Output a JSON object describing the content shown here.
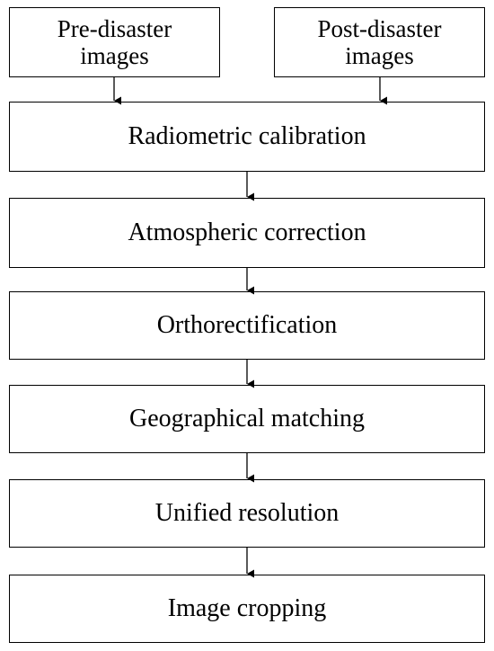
{
  "inputs": [
    {
      "label": "Pre-disaster\nimages"
    },
    {
      "label": "Post-disaster\nimages"
    }
  ],
  "steps": [
    {
      "label": "Radiometric calibration"
    },
    {
      "label": "Atmospheric correction"
    },
    {
      "label": "Orthorectification"
    },
    {
      "label": "Geographical matching"
    },
    {
      "label": "Unified resolution"
    },
    {
      "label": "Image cropping"
    }
  ],
  "colors": {
    "stroke": "#000000",
    "fill": "#ffffff"
  }
}
